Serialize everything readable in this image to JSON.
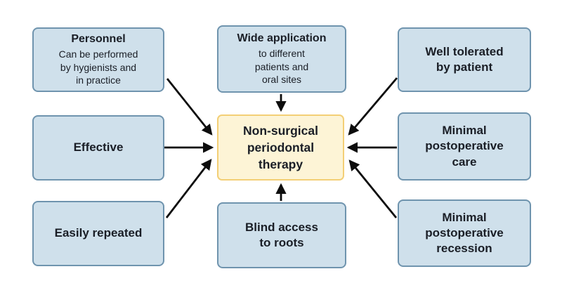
{
  "diagram": {
    "center_box": {
      "label": "Non-surgical\nperiodontal\ntherapy"
    },
    "boxes": {
      "personnel": {
        "title": "Personnel",
        "body": "Can be performed\nby hygienists and\nin practice"
      },
      "effective": {
        "label": "Effective"
      },
      "easily_repeated": {
        "label": "Easily repeated"
      },
      "wide_application": {
        "title": "Wide application",
        "body": "to different\npatients and\noral sites"
      },
      "blind_access": {
        "label": "Blind access\nto roots"
      },
      "well_tolerated": {
        "label": "Well tolerated\nby patient"
      },
      "minimal_care": {
        "label": "Minimal\npostoperative\ncare"
      },
      "minimal_recession": {
        "label": "Minimal\npostoperative\nrecession"
      }
    },
    "colors": {
      "factor_fill": "#cfe0eb",
      "factor_border": "#6f94ae",
      "center_fill": "#fdf4d6",
      "center_border": "#f3cf76",
      "arrow": "#0d0d0d",
      "text": "#1a1e26"
    }
  }
}
